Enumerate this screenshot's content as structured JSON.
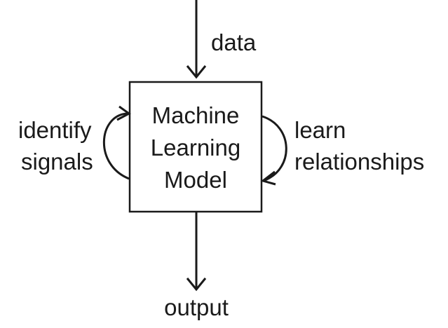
{
  "diagram": {
    "input_label": "data",
    "model_lines": [
      "Machine",
      "Learning",
      "Model"
    ],
    "left_loop_lines": [
      "identify",
      "signals"
    ],
    "right_loop_lines": [
      "learn",
      "relationships"
    ],
    "output_label": "output",
    "stroke_color": "#1a1a1a",
    "background_color": "#ffffff"
  }
}
